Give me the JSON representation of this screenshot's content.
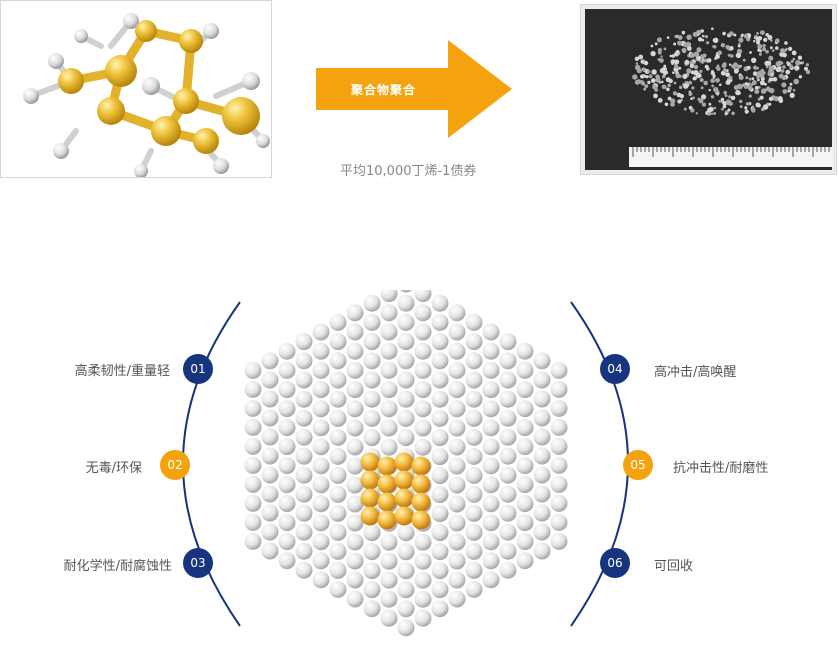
{
  "process": {
    "arrow_label": "聚合物聚合",
    "caption": "平均10,000丁烯-1债券"
  },
  "features": {
    "left": [
      {
        "number": "01",
        "label": "高柔韧性/重量轻",
        "color": "#17357f"
      },
      {
        "number": "02",
        "label": "无毒/环保",
        "color": "#f5a20f"
      },
      {
        "number": "03",
        "label": "耐化学性/耐腐蚀性",
        "color": "#17357f"
      }
    ],
    "right": [
      {
        "number": "04",
        "label": "高冲击/高唤醒",
        "color": "#17357f"
      },
      {
        "number": "05",
        "label": "抗冲击性/耐磨性",
        "color": "#f5a20f"
      },
      {
        "number": "06",
        "label": "可回收",
        "color": "#17357f"
      }
    ]
  },
  "colors": {
    "arrow": "#f5a20f",
    "badge_blue": "#17357f",
    "badge_orange": "#f5a20f",
    "arc": "#17357f",
    "molecule_gold": "#e9b52c",
    "core_gold": "#f0b63a"
  }
}
